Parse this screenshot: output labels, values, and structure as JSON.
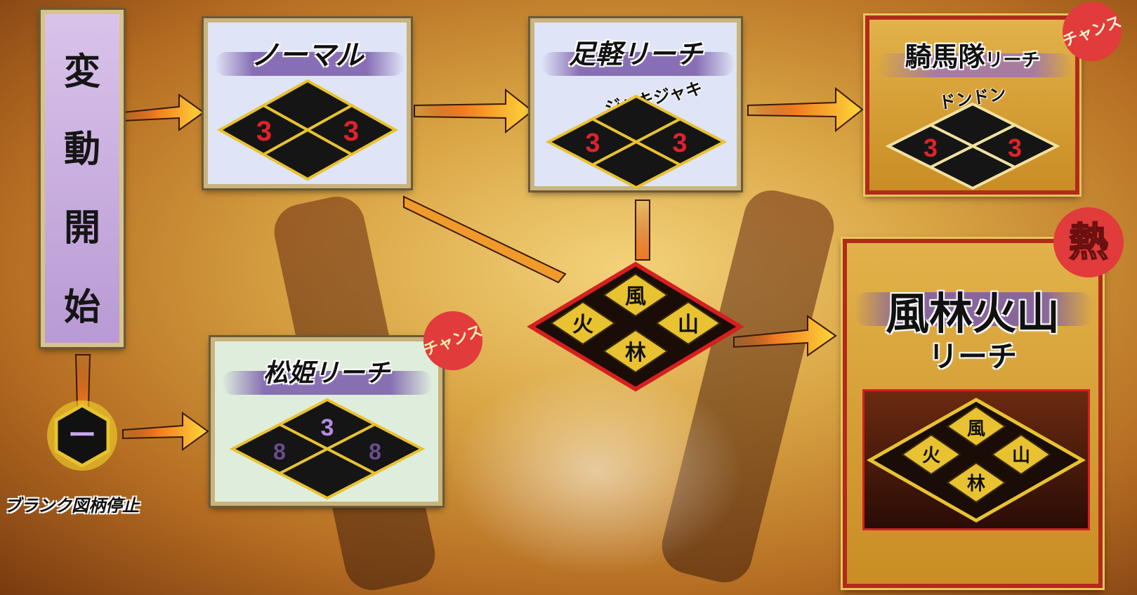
{
  "start_column": {
    "chars": [
      "変",
      "動",
      "開",
      "始"
    ]
  },
  "panels": {
    "normal": {
      "title": "ノーマル",
      "digits": [
        "3",
        "3"
      ]
    },
    "ashigaru": {
      "title": "足軽リーチ",
      "subtitle": "ジャキジャキ",
      "digits": [
        "3",
        "3"
      ]
    },
    "kibatai": {
      "title_main": "騎馬隊",
      "title_suffix": "リーチ",
      "subtitle": "ドンドン",
      "digits": [
        "3",
        "3"
      ],
      "badge": "チャンス"
    },
    "matsuhime": {
      "title": "松姫リーチ",
      "top_digit": "3",
      "digits": [
        "8",
        "8"
      ],
      "badge": "チャンス"
    },
    "furinkazan": {
      "title_line1": "風林火山",
      "title_line2": "リーチ",
      "badge": "熱",
      "emblem": [
        "風",
        "火",
        "山",
        "林"
      ]
    }
  },
  "center_emblem": {
    "chars": [
      "風",
      "火",
      "山",
      "林"
    ]
  },
  "blank": {
    "icon_text": "ー",
    "label": "ブランク図柄停止"
  },
  "colors": {
    "gold": "#e8c230",
    "red_digit": "#e0222a",
    "purple_panel": "#cdb4e0",
    "blue_panel": "#dfe4f6",
    "green_panel": "#dfeedc",
    "gold_panel": "#d9a536",
    "badge_red": "#e23b3b"
  }
}
